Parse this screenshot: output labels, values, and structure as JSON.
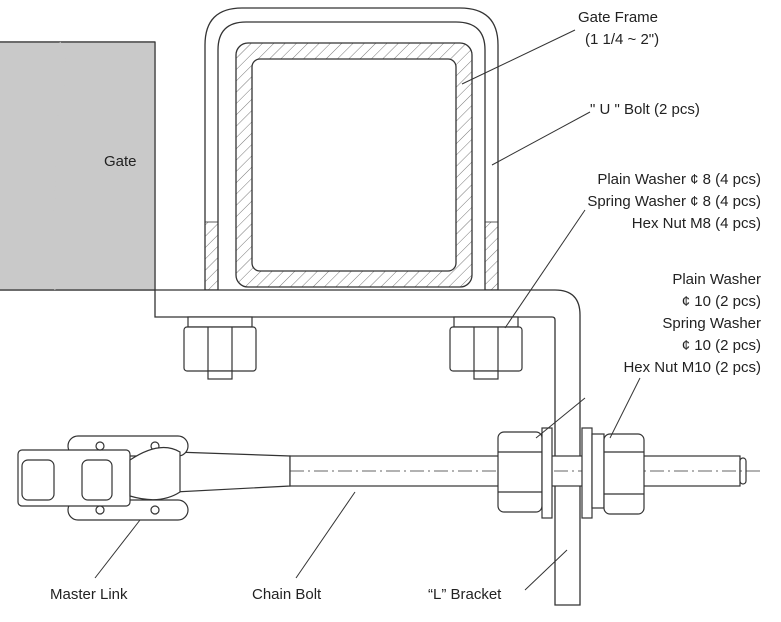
{
  "labels": {
    "gate": "Gate",
    "gate_frame": "Gate Frame",
    "gate_frame_size": "(1 1/4 ~ 2\")",
    "u_bolt": "\" U \"  Bolt (2 pcs)",
    "plain_washer_8": "Plain Washer ¢ 8 (4 pcs)",
    "spring_washer_8": "Spring Washer ¢ 8 (4 pcs)",
    "hex_nut_m8": "Hex Nut M8 (4 pcs)",
    "plain_washer_10_a": "Plain Washer",
    "plain_washer_10_b": "¢ 10 (2 pcs)",
    "spring_washer_10_a": "Spring Washer",
    "spring_washer_10_b": "¢ 10 (2 pcs)",
    "hex_nut_m10": "Hex Nut M10 (2 pcs)",
    "master_link": "Master Link",
    "chain_bolt": "Chain Bolt",
    "l_bracket": "“L” Bracket"
  },
  "colors": {
    "gate_fill": "#c9c9c9",
    "line": "#333333",
    "metal": "#ffffff"
  }
}
